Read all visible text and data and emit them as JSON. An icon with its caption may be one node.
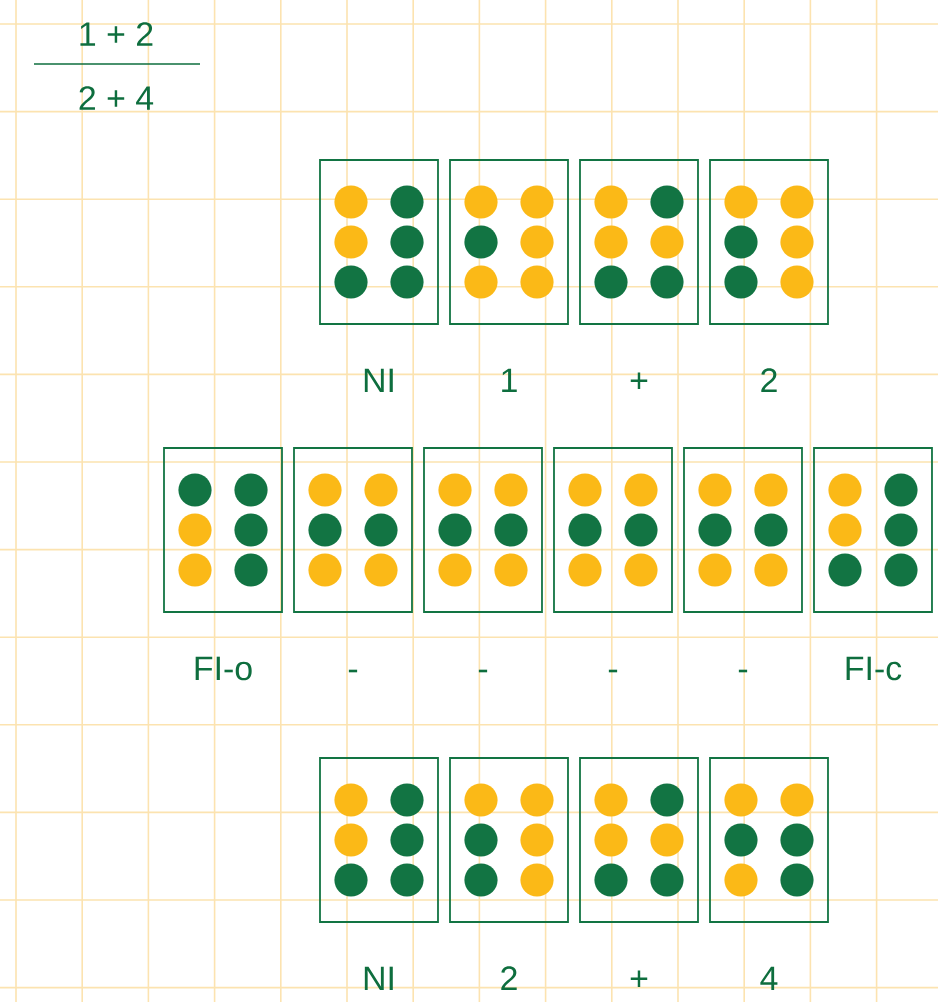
{
  "diagram": {
    "nodes": [
      {
        "text": [],
        "shape": "box",
        "beside": [
          "NI"
        ]
      },
      {
        "text": [],
        "shape": "box",
        "beside": [
          "1"
        ]
      },
      {
        "text": [],
        "shape": "box",
        "beside": [
          "+"
        ]
      },
      {
        "text": [],
        "shape": "box",
        "beside": [
          "2"
        ]
      },
      {
        "text": [],
        "shape": "box",
        "beside": [
          "FI-o"
        ]
      },
      {
        "text": [],
        "shape": "box",
        "beside": [
          "-"
        ]
      },
      {
        "text": [],
        "shape": "box",
        "beside": [
          "-"
        ]
      },
      {
        "text": [],
        "shape": "box",
        "beside": [
          "-"
        ]
      },
      {
        "text": [],
        "shape": "box",
        "beside": [
          "-"
        ]
      },
      {
        "text": [],
        "shape": "box",
        "beside": [
          "FI-c"
        ]
      },
      {
        "text": [],
        "shape": "box",
        "beside": [
          "NI"
        ]
      },
      {
        "text": [],
        "shape": "box",
        "beside": [
          "2"
        ]
      },
      {
        "text": [],
        "shape": "box",
        "beside": [
          "+"
        ]
      },
      {
        "text": [],
        "shape": "box",
        "beside": [
          "4"
        ]
      }
    ],
    "labels": [
      "1 + 2",
      "2 + 4"
    ]
  }
}
